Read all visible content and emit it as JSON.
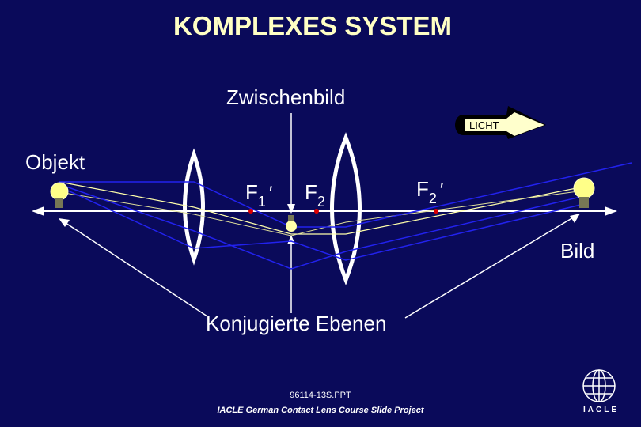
{
  "title": "KOMPLEXES SYSTEM",
  "labels": {
    "zwischenbild": "Zwischenbild",
    "objekt": "Objekt",
    "bild": "Bild",
    "konjugierte": "Konjugierte Ebenen",
    "licht": "LICHT",
    "f1": "F",
    "f1_sub": "1",
    "f1_prime": "′",
    "f2": "F",
    "f2_sub": "2",
    "f2p": "F",
    "f2p_sub": "2",
    "f2p_prime": "′"
  },
  "footer": {
    "file": "96114-13S.PPT",
    "project": "IACLE German Contact Lens Course Slide Project"
  },
  "logo": {
    "text": "IACLE"
  },
  "colors": {
    "background": "#0a0a5a",
    "title": "#ffffc4",
    "text": "#ffffff",
    "ray_blue": "#2222ee",
    "ray_yellow": "#ffffaa",
    "focal_point": "#dd0000"
  }
}
